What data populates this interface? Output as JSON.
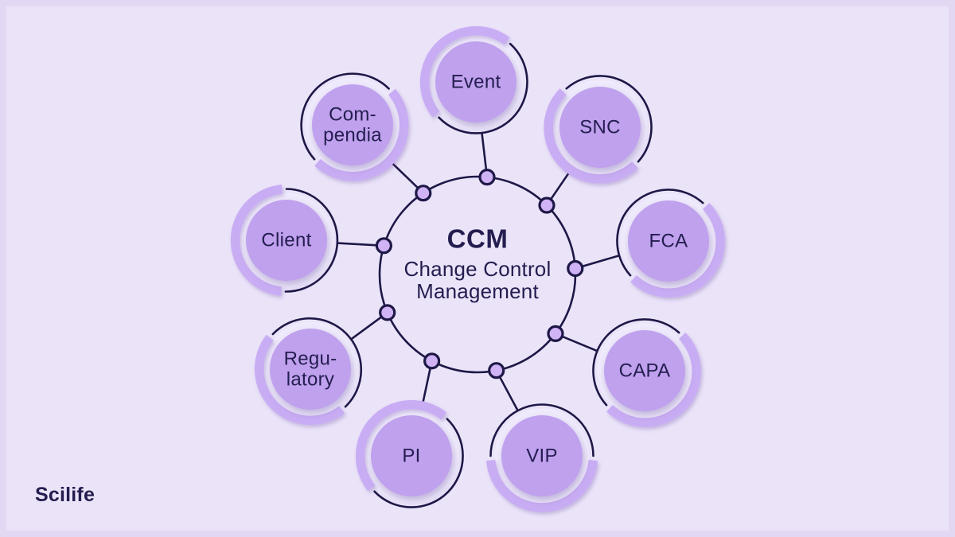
{
  "brand": {
    "logo_text": "Scilife"
  },
  "colors": {
    "background": "#EBE4F9",
    "frame": "#E3D8F4",
    "outline": "#1E1847",
    "text": "#241D4F",
    "circle_fill": "#BFA1EE",
    "halo": "#F0EBFC",
    "accent_arc": "#C9ADF4",
    "node_fill": "#D0B3F4"
  },
  "diagram": {
    "center": {
      "acronym": "CCM",
      "title": "Change Control Management",
      "title_lines": [
        "Change Control",
        "Management"
      ]
    },
    "items": [
      {
        "id": "event",
        "label": "Event",
        "label_lines": [
          "Event"
        ]
      },
      {
        "id": "snc",
        "label": "SNC",
        "label_lines": [
          "SNC"
        ]
      },
      {
        "id": "fca",
        "label": "FCA",
        "label_lines": [
          "FCA"
        ]
      },
      {
        "id": "capa",
        "label": "CAPA",
        "label_lines": [
          "CAPA"
        ]
      },
      {
        "id": "vip",
        "label": "VIP",
        "label_lines": [
          "VIP"
        ]
      },
      {
        "id": "pi",
        "label": "PI",
        "label_lines": [
          "PI"
        ]
      },
      {
        "id": "regulatory",
        "label": "Regulatory",
        "label_lines": [
          "Regu-",
          "latory"
        ]
      },
      {
        "id": "client",
        "label": "Client",
        "label_lines": [
          "Client"
        ]
      },
      {
        "id": "compendia",
        "label": "Compendia",
        "label_lines": [
          "Com-",
          "pendia"
        ]
      }
    ]
  }
}
